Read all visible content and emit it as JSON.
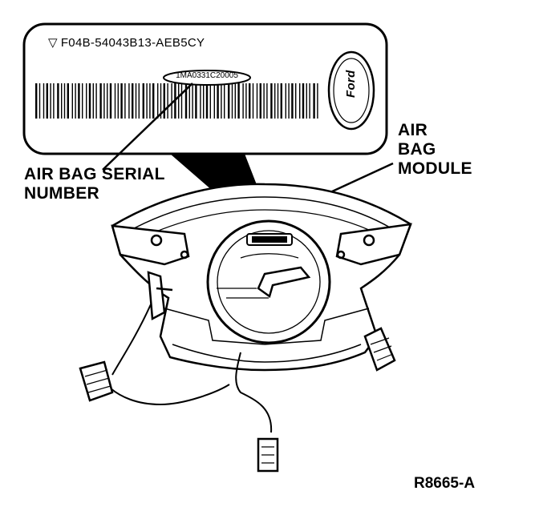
{
  "label": {
    "part_number": "F04B-54043B13-AEB5CY",
    "serial_in_oval": "1MA0331C20005",
    "logo_text": "Ford"
  },
  "callouts": {
    "air_bag_serial_line1": "AIR BAG SERIAL",
    "air_bag_serial_line2": "NUMBER",
    "module_line1": "AIR",
    "module_line2": "BAG",
    "module_line3": "MODULE"
  },
  "figure_code": "R8665-A"
}
